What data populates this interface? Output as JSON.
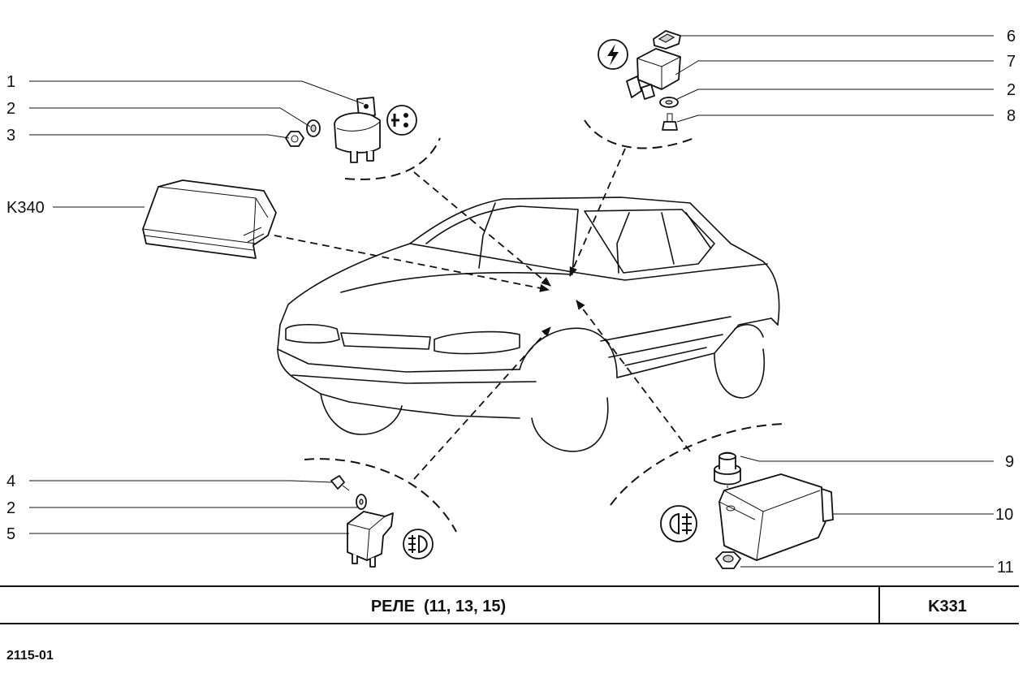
{
  "labels": {
    "l1": "1",
    "l2a": "2",
    "l3": "3",
    "k340": "K340",
    "l6": "6",
    "l7": "7",
    "l2b": "2",
    "l8": "8",
    "l4": "4",
    "l2c": "2",
    "l5": "5",
    "l9": "9",
    "l10": "10",
    "l11": "11"
  },
  "title_block": {
    "title": "РЕЛЕ  (11, 13, 15)",
    "code": "K331"
  },
  "footer": {
    "model": "2115-01"
  },
  "icons": [
    "horn-relay-icon",
    "ignition-relay-icon",
    "front-fog-lamp-icon",
    "rear-fog-lamp-icon"
  ]
}
